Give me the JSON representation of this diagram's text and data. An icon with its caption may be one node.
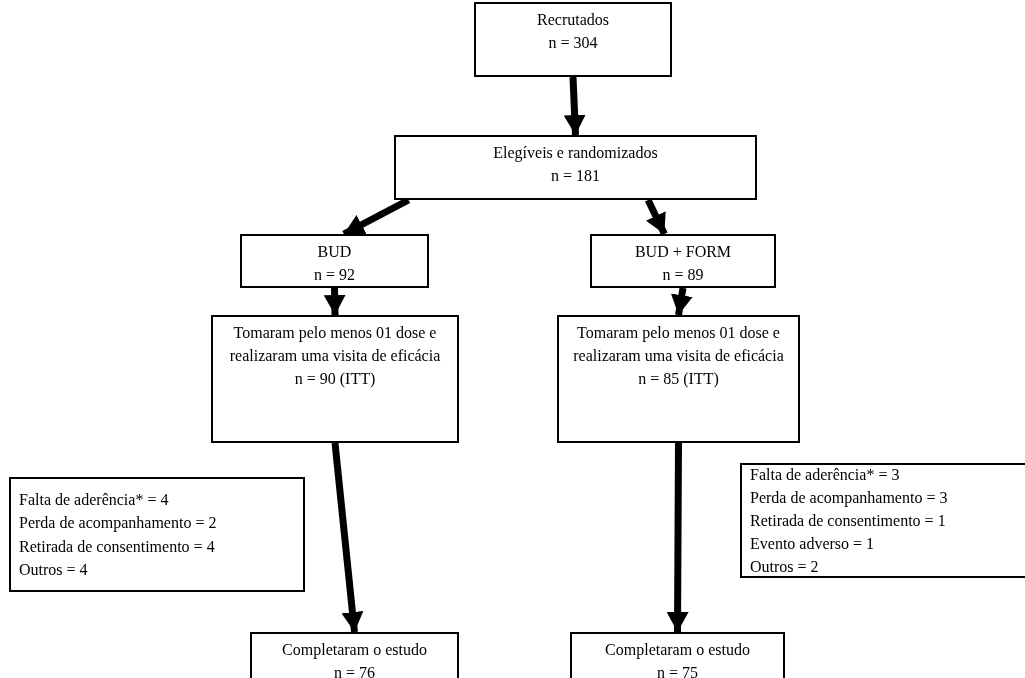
{
  "diagram": {
    "nodes": [
      {
        "text": [
          "Recrutados",
          "n = 304"
        ]
      },
      {
        "text": [
          "Elegíveis e randomizados",
          "n = 181"
        ]
      },
      {
        "text": [
          "BUD",
          "n = 92"
        ]
      },
      {
        "text": [
          "BUD + FORM",
          "n = 89"
        ]
      },
      {
        "text": [
          "Tomaram pelo menos 01 dose e realizaram uma visita de eficácia",
          "n = 90 (ITT)"
        ]
      },
      {
        "text": [
          "Tomaram pelo menos 01 dose e realizaram uma visita de eficácia",
          "n = 85 (ITT)"
        ]
      },
      {
        "text": [
          "Falta de aderência* = 4",
          "Perda de acompanhamento = 2",
          "Retirada de consentimento = 4",
          "Outros = 4"
        ]
      },
      {
        "text": [
          "Falta de aderência* = 3",
          "Perda de acompanhamento = 3",
          "Retirada de consentimento = 1",
          "Evento adverso = 1",
          "Outros = 2"
        ]
      },
      {
        "text": [
          "Completaram o estudo",
          "n = 76"
        ]
      },
      {
        "text": [
          "Completaram o estudo",
          "n = 75"
        ]
      }
    ],
    "edges": [
      {
        "from": 0,
        "to": 1,
        "arrow": "to"
      },
      {
        "from": 1,
        "to": 2,
        "arrow": "to"
      },
      {
        "from": 1,
        "to": 3,
        "arrow": "to"
      },
      {
        "from": 2,
        "to": 4,
        "arrow": "to"
      },
      {
        "from": 3,
        "to": 5,
        "arrow": "to"
      },
      {
        "from": 4,
        "to": 8,
        "arrow": "to"
      },
      {
        "from": 5,
        "to": 9,
        "arrow": "to"
      }
    ]
  }
}
